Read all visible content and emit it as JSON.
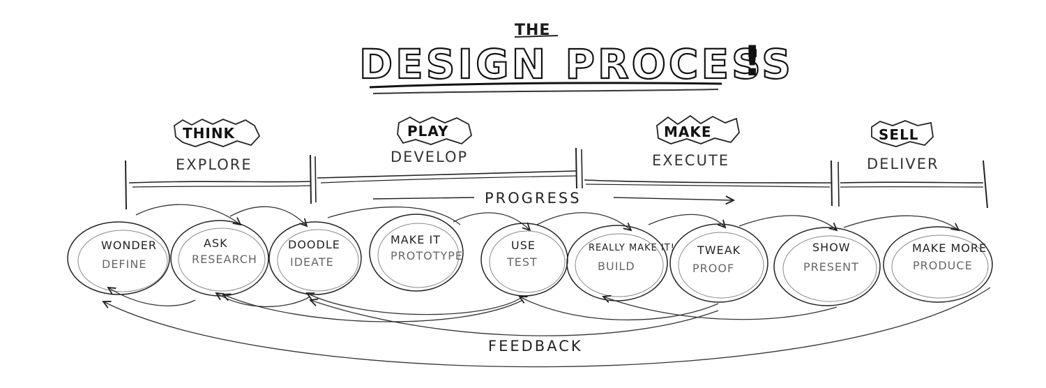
{
  "title": {
    "small": "THE",
    "main": "DESIGN PROCESS",
    "exclaim": "!"
  },
  "phases": [
    {
      "name": "THINK",
      "sub": "EXPLORE"
    },
    {
      "name": "PLAY",
      "sub": "DEVELOP"
    },
    {
      "name": "MAKE",
      "sub": "EXECUTE"
    },
    {
      "name": "SELL",
      "sub": "DELIVER"
    }
  ],
  "progress_label": "PROGRESS",
  "feedback_label": "FEEDBACK",
  "bubbles": [
    {
      "top": "WONDER",
      "bottom": "DEFINE"
    },
    {
      "top": "ASK",
      "bottom": "RESEARCH"
    },
    {
      "top": "DOODLE",
      "bottom": "IDEATE"
    },
    {
      "top": "MAKE IT",
      "bottom": "PROTOTYPE"
    },
    {
      "top": "USE",
      "bottom": "TEST"
    },
    {
      "top": "REALLY MAKE IT!",
      "bottom": "BUILD"
    },
    {
      "top": "TWEAK",
      "bottom": "PROOF"
    },
    {
      "top": "SHOW",
      "bottom": "PRESENT"
    },
    {
      "top": "MAKE MORE",
      "bottom": "PRODUCE"
    }
  ]
}
